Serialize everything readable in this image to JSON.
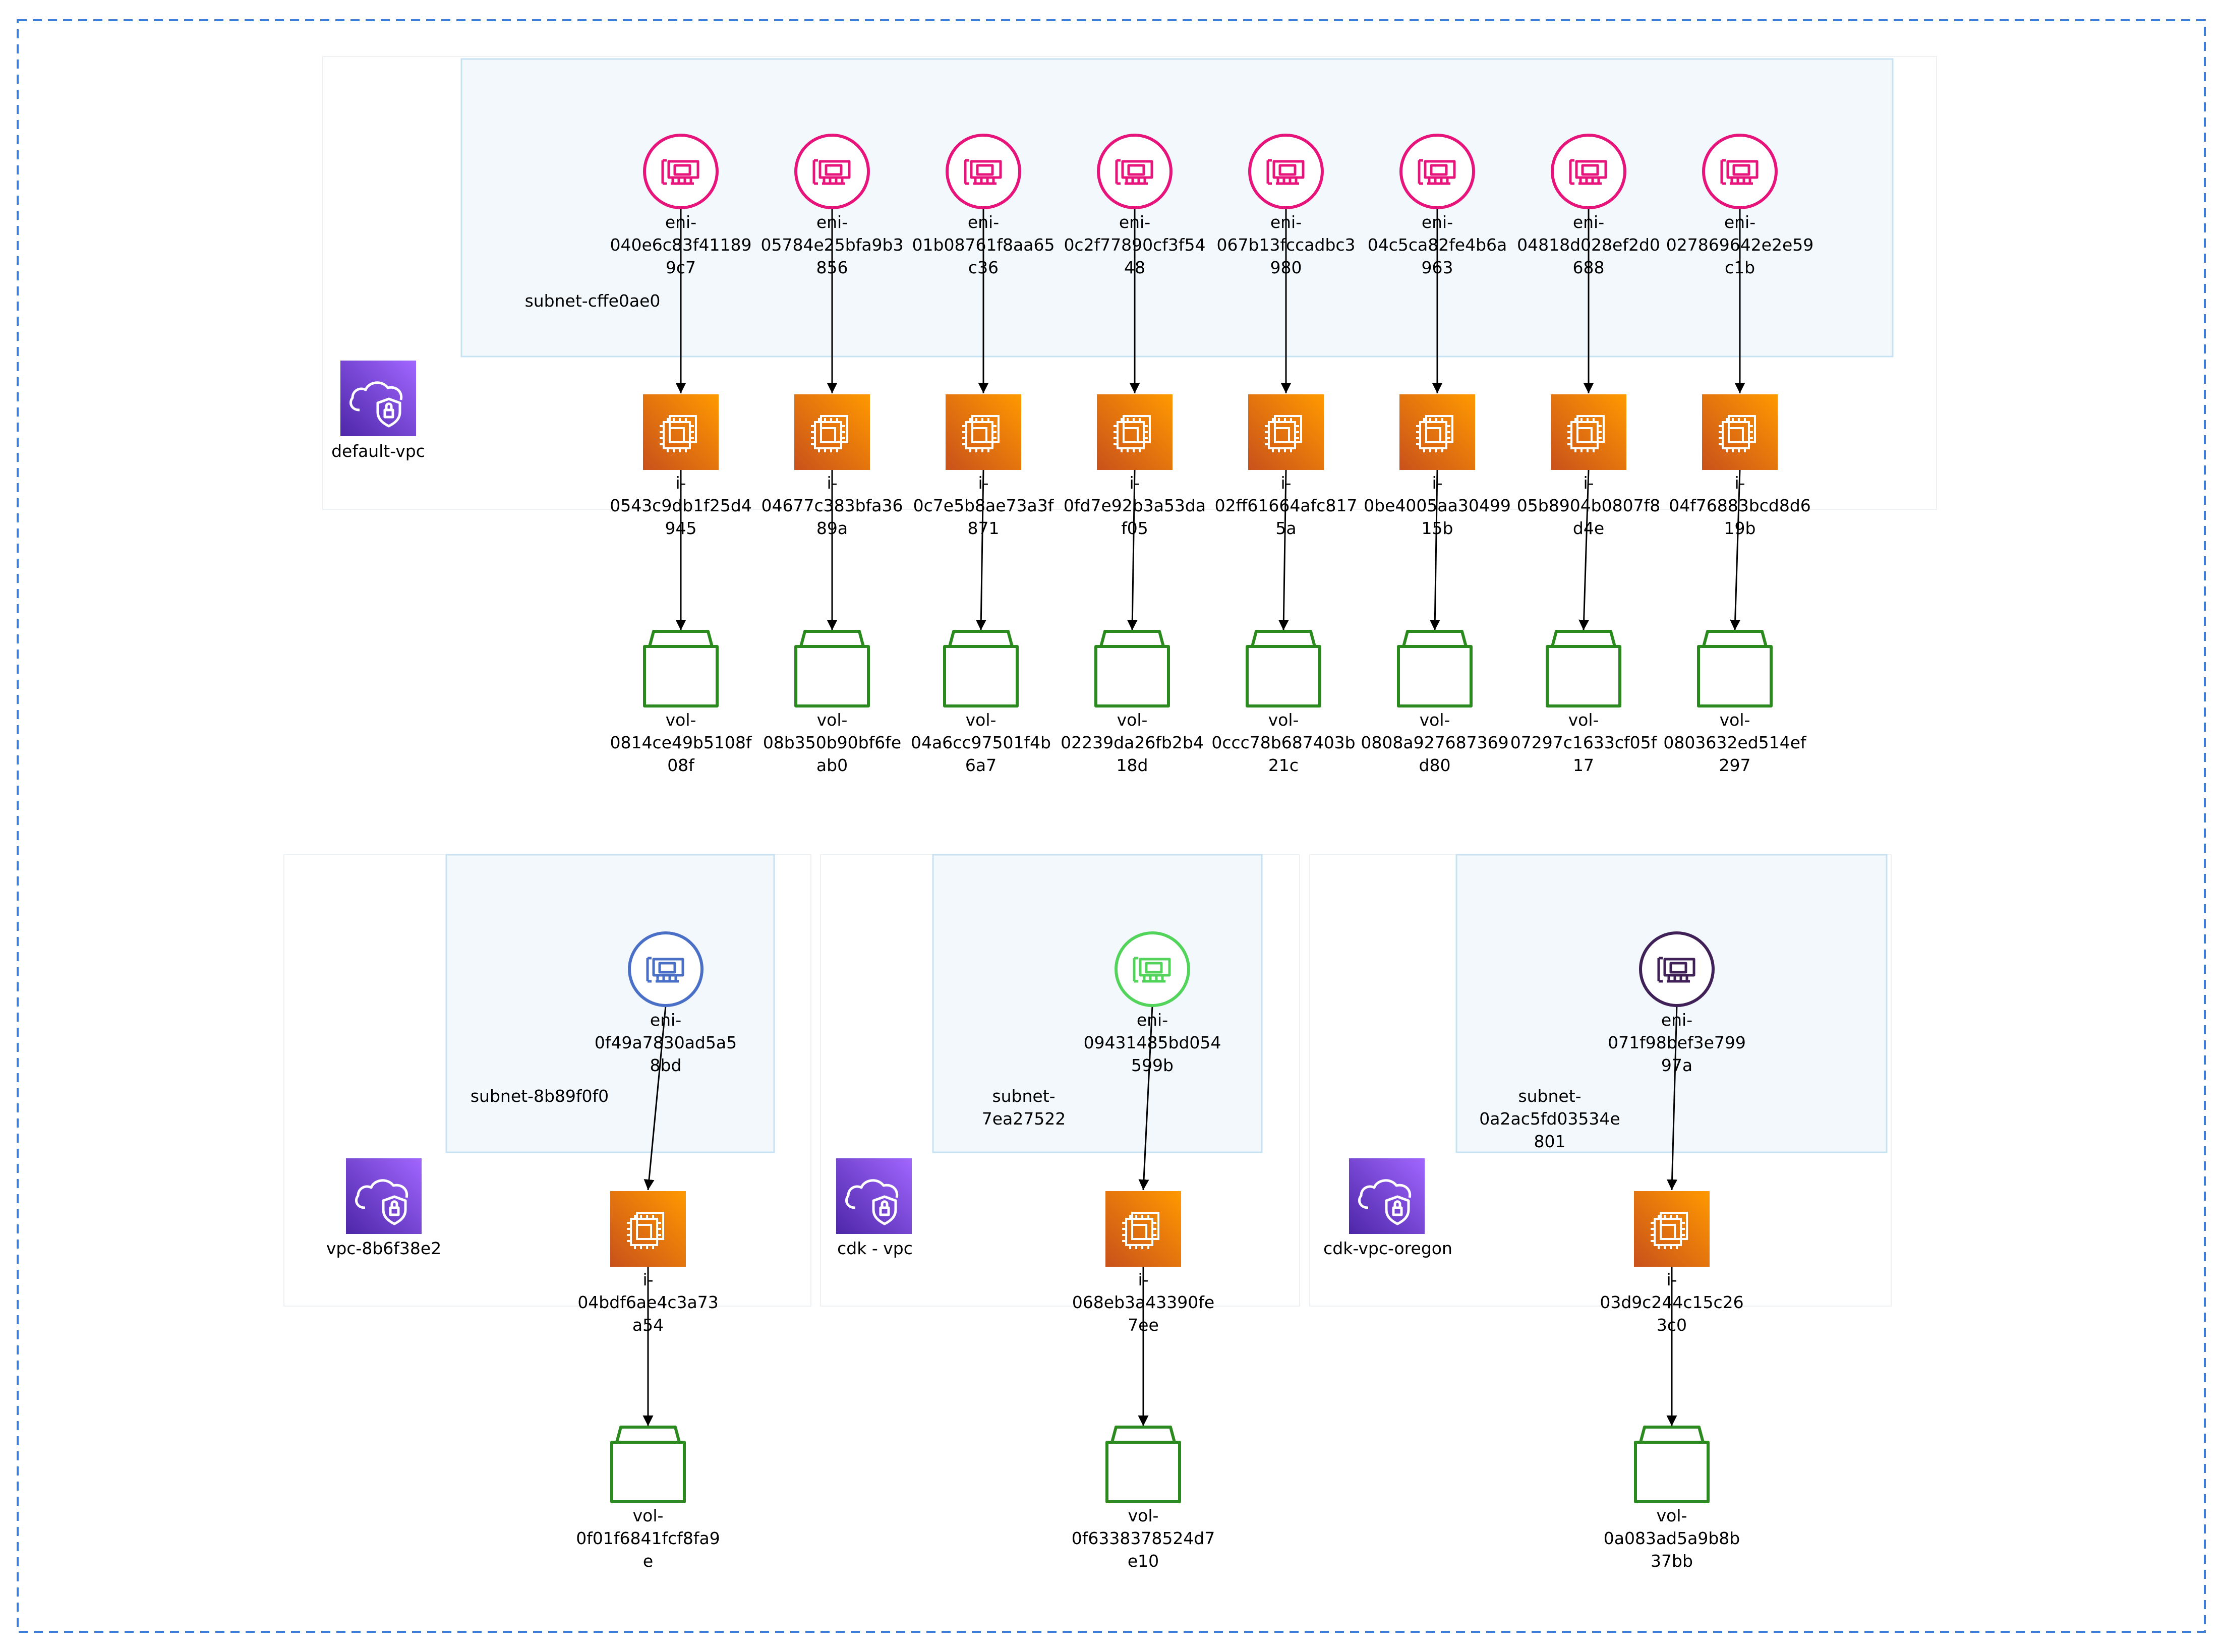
{
  "colors": {
    "eni_default": "#e7157b",
    "eni_vpc_8b6f38e2": "#4a6fc7",
    "eni_cdk_vpc": "#52d35a",
    "eni_cdk_vpc_oregon": "#3f2157",
    "ec2_gradient_start": "#c8511b",
    "ec2_gradient_end": "#ff9900",
    "ebs_volume": "#2a8a1e",
    "vpc_gradient_start": "#4d27a8",
    "vpc_gradient_end": "#a166ff",
    "subnet_fill": "#f3f8fc",
    "subnet_stroke": "#c7e3f3",
    "outer_border": "#3b7dd8"
  },
  "icons": {
    "eni": "network-interface-icon",
    "instance": "ec2-instance-icon",
    "volume": "ebs-volume-icon",
    "vpc": "vpc-cloud-shield-icon"
  },
  "vpcs": [
    {
      "name": "default-vpc",
      "subnets": [
        {
          "name": "subnet-cffe0ae0",
          "chains": [
            {
              "eni": [
                "eni-",
                "040e6c83f41189",
                "9c7"
              ],
              "instance": [
                "i-",
                "0543c9db1f25d4",
                "945"
              ],
              "volume": [
                "vol-",
                "0814ce49b5108f",
                "08f"
              ]
            },
            {
              "eni": [
                "eni-",
                "05784e25bfa9b3",
                "856"
              ],
              "instance": [
                "i-",
                "04677c383bfa36",
                "89a"
              ],
              "volume": [
                "vol-",
                "08b350b90bf6fe",
                "ab0"
              ]
            },
            {
              "eni": [
                "eni-",
                "01b08761f8aa65",
                "c36"
              ],
              "instance": [
                "i-",
                "0c7e5b8ae73a3f",
                "871"
              ],
              "volume": [
                "vol-",
                "04a6cc97501f4b",
                "6a7"
              ]
            },
            {
              "eni": [
                "eni-",
                "0c2f77890cf3f54",
                "48"
              ],
              "instance": [
                "i-",
                "0fd7e92b3a53da",
                "f05"
              ],
              "volume": [
                "vol-",
                "02239da26fb2b4",
                "18d"
              ]
            },
            {
              "eni": [
                "eni-",
                "067b13fccadbc3",
                "980"
              ],
              "instance": [
                "i-",
                "02ff61664afc817",
                "5a"
              ],
              "volume": [
                "vol-",
                "0ccc78b687403b",
                "21c"
              ]
            },
            {
              "eni": [
                "eni-",
                "04c5ca82fe4b6a",
                "963"
              ],
              "instance": [
                "i-",
                "0be4005aa30499",
                "15b"
              ],
              "volume": [
                "vol-",
                "0808a927687369",
                "d80"
              ]
            },
            {
              "eni": [
                "eni-",
                "04818d028ef2d0",
                "688"
              ],
              "instance": [
                "i-",
                "05b8904b0807f8",
                "d4e"
              ],
              "volume": [
                "vol-",
                "07297c1633cf05f",
                "17"
              ]
            },
            {
              "eni": [
                "eni-",
                "027869642e2e59",
                "c1b"
              ],
              "instance": [
                "i-",
                "04f76883bcd8d6",
                "19b"
              ],
              "volume": [
                "vol-",
                "0803632ed514ef",
                "297"
              ]
            }
          ]
        }
      ]
    },
    {
      "name": "vpc-8b6f38e2",
      "subnets": [
        {
          "name": [
            "subnet-8b89f0f0"
          ],
          "chains": [
            {
              "eni": [
                "eni-",
                "0f49a7830ad5a5",
                "8bd"
              ],
              "instance": [
                "i-",
                "04bdf6ae4c3a73",
                "a54"
              ],
              "volume": [
                "vol-",
                "0f01f6841fcf8fa9",
                "e"
              ]
            }
          ]
        }
      ]
    },
    {
      "name": "cdk - vpc",
      "subnets": [
        {
          "name": [
            "subnet-",
            "7ea27522"
          ],
          "chains": [
            {
              "eni": [
                "eni-",
                "09431485bd054",
                "599b"
              ],
              "instance": [
                "i-",
                "068eb3a43390fe",
                "7ee"
              ],
              "volume": [
                "vol-",
                "0f6338378524d7",
                "e10"
              ]
            }
          ]
        }
      ]
    },
    {
      "name": "cdk-vpc-oregon",
      "subnets": [
        {
          "name": [
            "subnet-",
            "0a2ac5fd03534e",
            "801"
          ],
          "chains": [
            {
              "eni": [
                "eni-",
                "071f98bef3e799",
                "97a"
              ],
              "instance": [
                "i-",
                "03d9c244c15c26",
                "3c0"
              ],
              "volume": [
                "vol-",
                "0a083ad5a9b8b",
                "37bb"
              ]
            }
          ]
        }
      ]
    }
  ]
}
